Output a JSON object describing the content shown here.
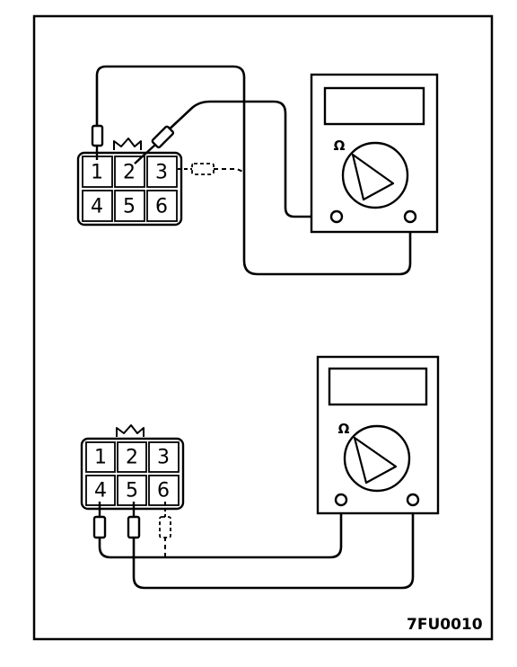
{
  "figure_code": "7FU0010",
  "ohm_symbol": "Ω",
  "connectors": [
    {
      "pins": [
        "1",
        "2",
        "3",
        "4",
        "5",
        "6"
      ]
    },
    {
      "pins": [
        "1",
        "2",
        "3",
        "4",
        "5",
        "6"
      ]
    }
  ]
}
